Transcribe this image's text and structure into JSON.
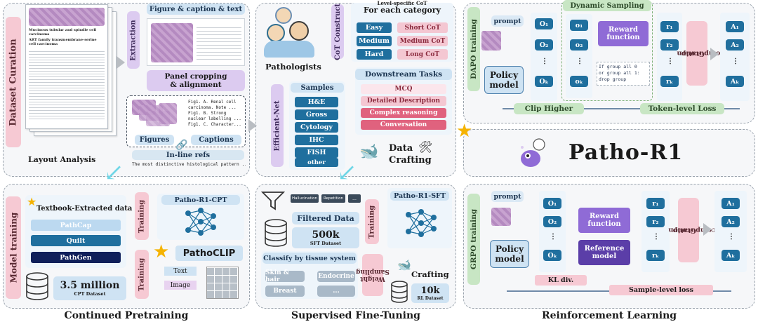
{
  "sections": {
    "dataset_curation": "Dataset Curation",
    "model_training": "Model training",
    "continued_pretraining": "Continued Pretraining",
    "supervised_finetuning": "Supervised Fine-Tuning",
    "reinforcement_learning": "Reinforcement Learning"
  },
  "curation": {
    "doc_title_1": "Mucinous tubular and spindle cell carcinoma",
    "doc_title_2": "ART family transmembrane-serine cell carcinoma",
    "extraction": "Extraction",
    "figure_caption": "Figure & caption & text",
    "panel_cropping": "Panel cropping",
    "alignment": "& alignment",
    "figures": "Figures",
    "captions": "Captions",
    "caption_lines": [
      "Fig1. A. Renal cell",
      "carcinoma. Note ...",
      "Fig1. B. Strong",
      "nuclear labelling ...",
      "Fig1. C. Character..."
    ],
    "inline_refs": "In-line refs",
    "inline_text": "The most distinctive histological pattern ...",
    "layout_analysis": "Layout Analysis",
    "pathologists": "Pathologists",
    "efficient_net": "Efficient-Net",
    "samples": "Samples",
    "sample_types": [
      "H&E",
      "Gross",
      "Cytology",
      "IHC",
      "FISH",
      "other"
    ],
    "cot_construct": "CoT Construct",
    "level_specific": "Level-specific CoT",
    "for_each_category": "For each category",
    "levels": [
      {
        "level": "Easy",
        "cot": "Short CoT"
      },
      {
        "level": "Medium",
        "cot": "Medium CoT"
      },
      {
        "level": "Hard",
        "cot": "Long CoT"
      }
    ],
    "downstream_tasks": "Downstream Tasks",
    "tasks": [
      "MCQ",
      "Detailed Description",
      "Complex reasoning",
      "Conversation"
    ],
    "data_crafting_1": "Data",
    "data_crafting_2": "Crafting"
  },
  "cpt": {
    "textbook": "Textbook-Extracted data",
    "datasets": [
      "PathCap",
      "Quilt",
      "PathGen"
    ],
    "size": "3.5 million",
    "size_label": "CPT Dataset",
    "training": "Training",
    "model": "Patho-R1-CPT",
    "clip": "PathoCLIP",
    "text": "Text",
    "image": "Image"
  },
  "sft": {
    "tags": [
      "Hallucination",
      "Repetition",
      "..."
    ],
    "filtered": "Filtered Data",
    "size": "500k",
    "size_label": "SFT Dataset",
    "training": "Training",
    "model": "Patho-R1-SFT",
    "classify": "Classify by tissue system",
    "tissues": [
      "Skin & hair",
      "Endocrine",
      "Breast",
      "..."
    ],
    "weight_sampling": "Weight Sampling",
    "crafting": "Crafting",
    "rl_size": "10k",
    "rl_label": "RL Dataset"
  },
  "dapo": {
    "label": "DAPO training",
    "prompt": "prompt",
    "policy": "Policy",
    "model": "model",
    "dynamic_sampling": "Dynamic Sampling",
    "outputs_a": [
      "O₁",
      "O₂",
      "⋮",
      "Oₖ"
    ],
    "outputs_b": [
      "o₁",
      "o₂",
      "⋮",
      "oₖ"
    ],
    "reward": "Reward",
    "function": "function",
    "rule": [
      "If group all 0",
      "or group all 1:",
      "drop group"
    ],
    "rewards": [
      "r₁",
      "r₂",
      "⋮",
      "rₖ"
    ],
    "group": "Group",
    "computation": "computation",
    "advantages": [
      "A₁",
      "A₂",
      "⋮",
      "Aₖ"
    ],
    "clip_higher": "Clip Higher",
    "token_loss": "Token-level Loss"
  },
  "brand": "Patho-R1",
  "grpo": {
    "label": "GRPO training",
    "prompt": "prompt",
    "policy": "Policy",
    "model": "model",
    "outputs": [
      "O₁",
      "O₂",
      "⋮",
      "Oₖ"
    ],
    "reward": "Reward",
    "function": "function",
    "reference": "Reference",
    "ref_model": "model",
    "rewards": [
      "r₁",
      "r₂",
      "⋮",
      "rₖ"
    ],
    "group": "Group",
    "computation": "computation",
    "advantages": [
      "A₁",
      "A₂",
      "⋮",
      "Aₖ"
    ],
    "kl": "KL div.",
    "sample_loss": "Sample-level loss"
  },
  "colors": {
    "accent": "#1f6f9e",
    "pink": "#f6c9d3",
    "green": "#c8e6c4",
    "lavender": "#dccbf0",
    "purple": "#8f6bd6"
  }
}
